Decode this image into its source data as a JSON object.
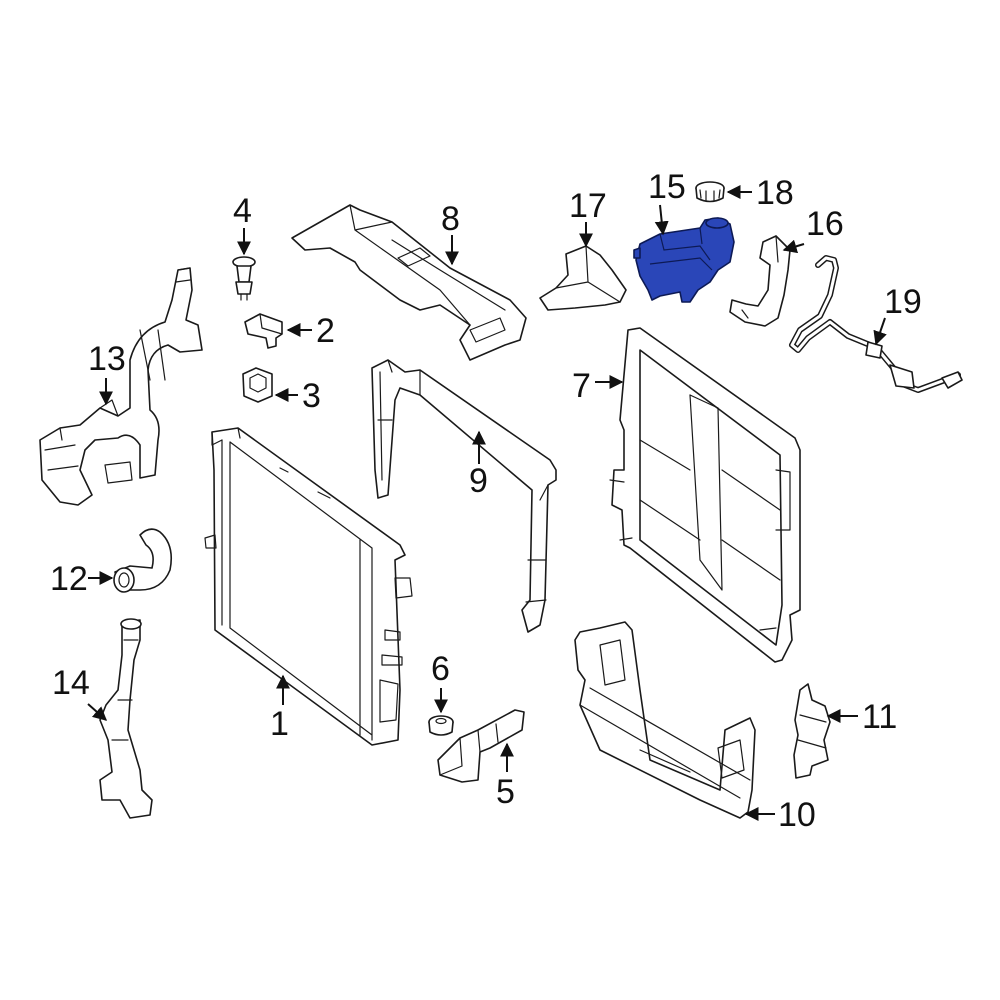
{
  "highlight_color": "#2a46b8",
  "callouts": {
    "c1": "1",
    "c2": "2",
    "c3": "3",
    "c4": "4",
    "c5": "5",
    "c6": "6",
    "c7": "7",
    "c8": "8",
    "c9": "9",
    "c10": "10",
    "c11": "11",
    "c12": "12",
    "c13": "13",
    "c14": "14",
    "c15": "15",
    "c16": "16",
    "c17": "17",
    "c18": "18",
    "c19": "19"
  },
  "highlighted_part": "15"
}
